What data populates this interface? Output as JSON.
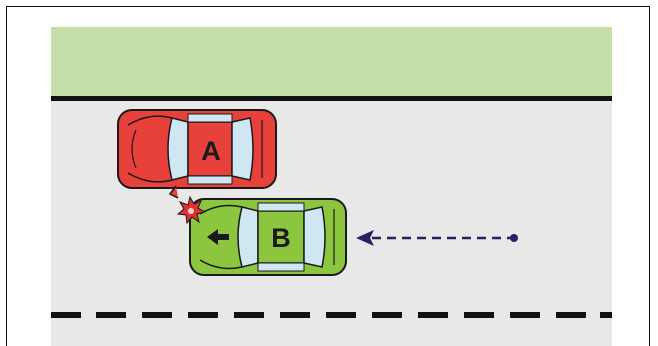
{
  "scene": {
    "vehicles": [
      {
        "id": "A",
        "label": "A",
        "color": "#e8413b"
      },
      {
        "id": "B",
        "label": "B",
        "color": "#8cc63f"
      }
    ],
    "direction_arrow_color": "#2a2060",
    "colors": {
      "verge": "#c6dfa8",
      "road": "#e8e8e8",
      "edge_line": "#111111",
      "lane_dashes": "#111111",
      "impact": "#e03030"
    },
    "icons": [
      "collision-burst-icon",
      "left-arrow-icon"
    ]
  }
}
